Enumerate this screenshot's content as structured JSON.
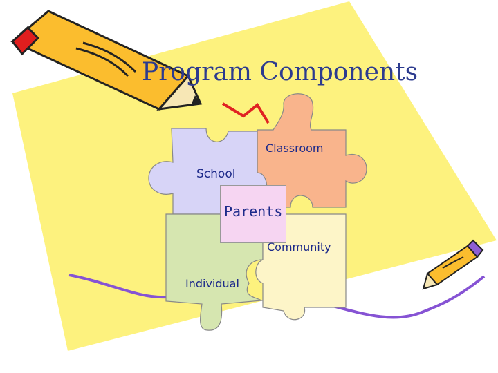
{
  "slide": {
    "title": "Program Components",
    "pieces": {
      "classroom": "Classroom",
      "school": "School",
      "parents": "Parents",
      "community": "Community",
      "individual": "Individual"
    }
  },
  "colors": {
    "background_shape": "#fdf27e",
    "classroom_piece": "#f9b48c",
    "school_piece": "#d7d4f7",
    "individual_piece": "#d6e6b0",
    "community_piece": "#fdf5c8",
    "parents_piece": "#f6d5f2",
    "squiggle": "#8653d4",
    "text": "#1d2a8a"
  }
}
